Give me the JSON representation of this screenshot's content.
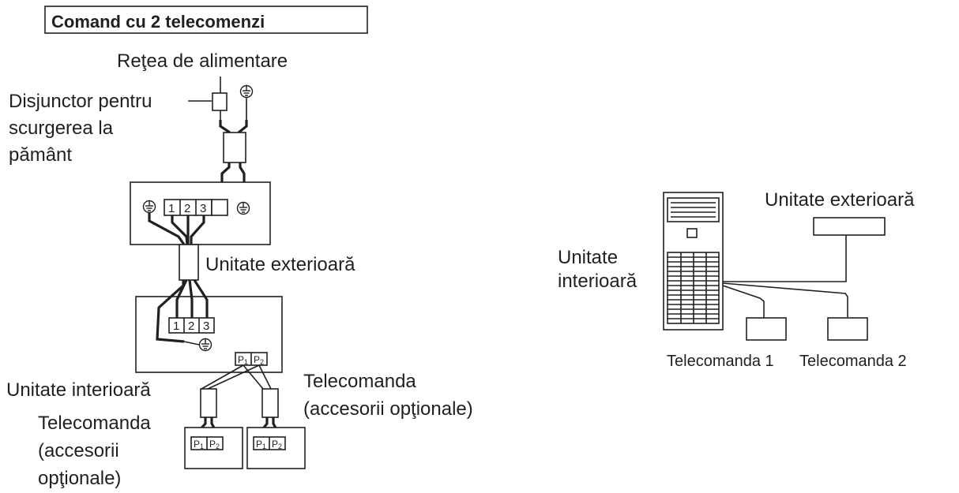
{
  "title": "Comand  cu 2 telecomenzi",
  "left": {
    "power_supply": "Reţea de alimentare",
    "breaker": [
      "Disjunctor pentru",
      "scurgerea la",
      "pământ"
    ],
    "outdoor_unit": "Unitate exterioară",
    "indoor_unit": "Unitate interioară",
    "remote_right": [
      "Telecomanda",
      "(accesorii opţionale)"
    ],
    "remote_left": [
      "Telecomanda",
      "(accesorii",
      "opţionale)"
    ],
    "outdoor_terminals": [
      "1",
      "2",
      "3"
    ],
    "indoor_terminals": [
      "1",
      "2",
      "3"
    ],
    "p_terminals": [
      "P",
      "1",
      "P",
      "2"
    ]
  },
  "right": {
    "outdoor_unit": "Unitate exterioară",
    "indoor_unit": [
      "Unitate",
      "interioară"
    ],
    "remote_1": "Telecomanda 1",
    "remote_2": "Telecomanda 2"
  }
}
